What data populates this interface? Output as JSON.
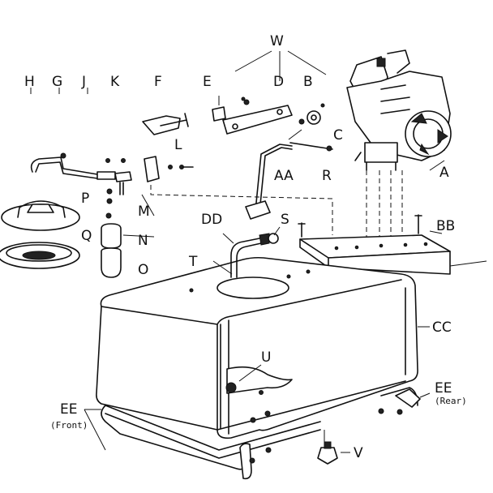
{
  "labels": {
    "W": "W",
    "H": "H",
    "G": "G",
    "J": "J",
    "K": "K",
    "F": "F",
    "E": "E",
    "D": "D",
    "B": "B",
    "C": "C",
    "A": "A",
    "L": "L",
    "AA": "AA",
    "R": "R",
    "P": "P",
    "M": "M",
    "Q": "Q",
    "N": "N",
    "O": "O",
    "DD": "DD",
    "S": "S",
    "BB": "BB",
    "T": "T",
    "CC": "CC",
    "U": "U",
    "EE_rear": "EE",
    "rear_note": "(Rear)",
    "EE_front": "EE",
    "front_note": "(Front)",
    "V": "V"
  }
}
